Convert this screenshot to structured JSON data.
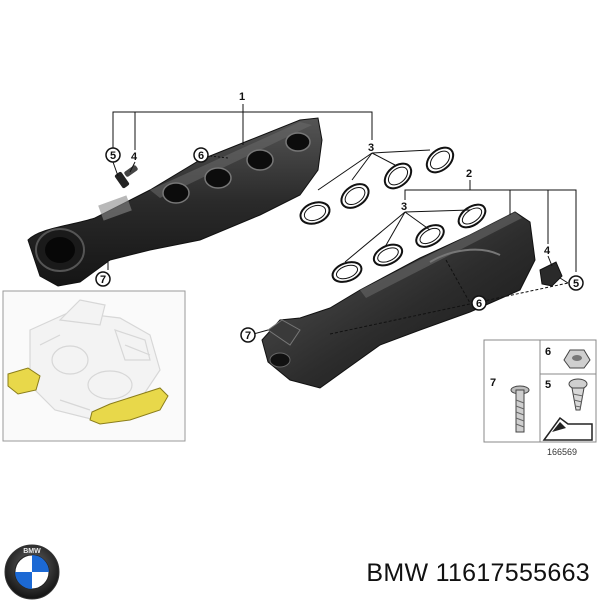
{
  "callouts": {
    "n1": "1",
    "n2": "2",
    "n3a": "3",
    "n3b": "3",
    "n4a": "4",
    "n4b": "4",
    "n5a": "5",
    "n5b": "5",
    "n6a": "6",
    "n6b": "6",
    "n7a": "7",
    "n7b": "7"
  },
  "legend": {
    "n6": "6",
    "n7": "7",
    "n5": "5",
    "ref": "166569"
  },
  "footer": {
    "brand_logo_text": "BMW",
    "part_number": "BMW 11617555663"
  },
  "colors": {
    "manifold": "#2b2b2b",
    "manifold_highlight": "#5a5a5a",
    "engine_highlight": "#e8d84a",
    "bmw_blue": "#1c69d4"
  }
}
